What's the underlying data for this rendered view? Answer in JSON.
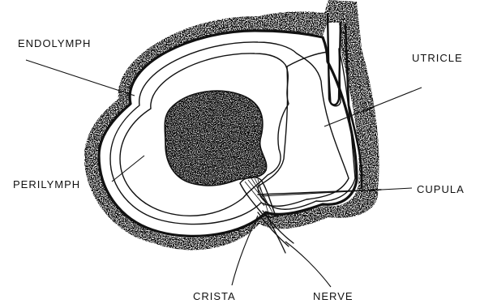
{
  "figure": {
    "labels": {
      "endolymph": "ENDOLYMPH",
      "utricle": "UTRICLE",
      "perilymph": "PERILYMPH",
      "cupula": "CUPULA",
      "crista": "CRISTA",
      "nerve": "NERVE"
    },
    "colors": {
      "ink": "#111111",
      "background": "#ffffff"
    }
  }
}
